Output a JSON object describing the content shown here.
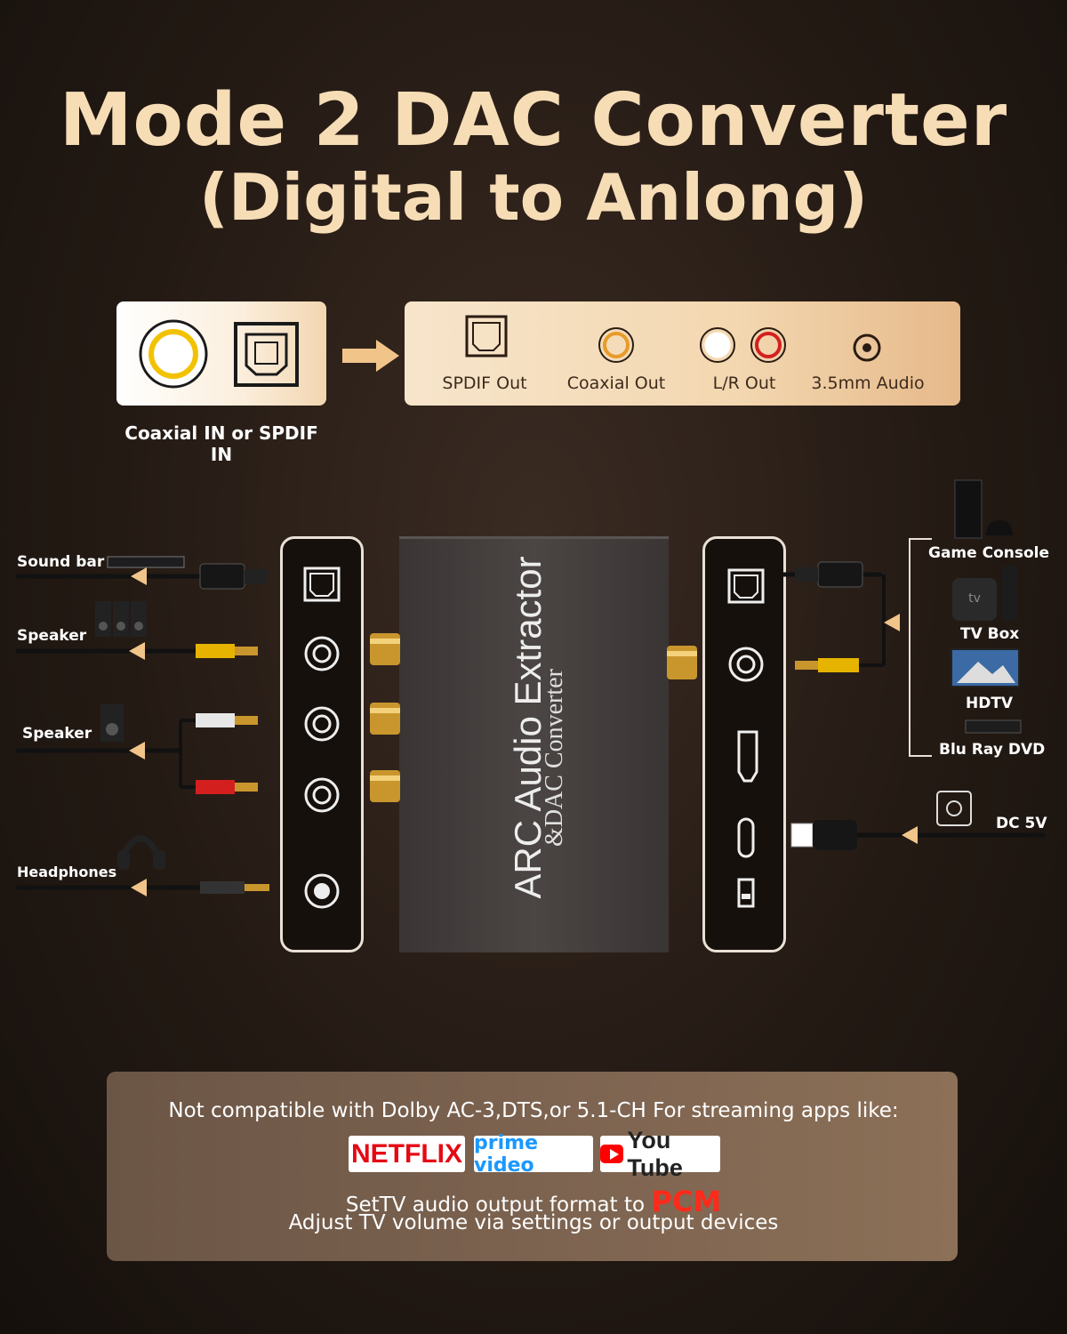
{
  "title": {
    "line1": "Mode 2  DAC Converter",
    "line2": "(Digital to Anlong)"
  },
  "input": {
    "label": "Coaxial IN or SPDIF IN"
  },
  "outputs": [
    {
      "label": "SPDIF Out",
      "icon": "optical-port-icon"
    },
    {
      "label": "Coaxial Out",
      "icon": "coaxial-port-icon"
    },
    {
      "label": "L/R Out",
      "icon": "lr-rca-port-icon"
    },
    {
      "label": "3.5mm Audio",
      "icon": "headphone-jack-icon"
    }
  ],
  "left_devices": [
    "Sound bar",
    "Speaker",
    "Speaker",
    "Headphones"
  ],
  "right_devices": [
    "Game Console",
    "TV Box",
    "HDTV",
    "Blu Ray DVD",
    "DC 5V"
  ],
  "tv_box_mark": "tv",
  "device": {
    "name": "ARC Audio Extractor",
    "subtitle": "&DAC Converter"
  },
  "note": {
    "line1": "Not compatible with Dolby AC-3,DTS,or 5.1-CH For streaming apps like:",
    "logos": [
      "NETFLIX",
      "prime video",
      "You Tube"
    ],
    "line2_prefix": "SetTV audio output format to ",
    "line2_highlight": "PCM",
    "line3": "Adjust TV volume via settings or output devices"
  },
  "colors": {
    "title": "#f6ddb6",
    "accent": "#e8a870",
    "pcm": "#ff2a1a",
    "netflix": "#e50914",
    "youtube": "#ff0000"
  }
}
